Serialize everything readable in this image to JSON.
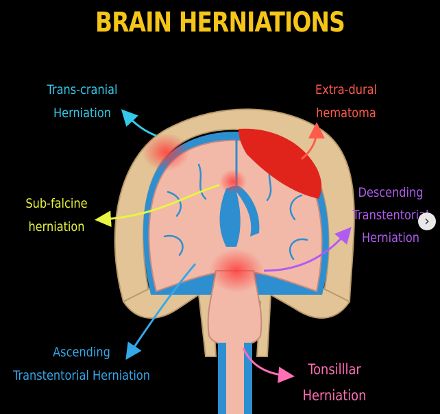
{
  "title": "BRAIN HERNIATIONS",
  "labels": {
    "trans_cranial": {
      "line1": "Trans-cranial",
      "line2": "Herniation"
    },
    "extra_dural": {
      "line1": "Extra-dural",
      "line2": "hematoma"
    },
    "sub_falcine": {
      "line1": "Sub-falcine",
      "line2": "herniation"
    },
    "descending": {
      "line1": "Descending",
      "line2": "Transtentorial",
      "line3": "Herniation"
    },
    "ascending": {
      "line1": "Ascending",
      "line2": "Transtentorial Herniation"
    },
    "tonsillar": {
      "line1": "Tonsilllar",
      "line2": "Herniation"
    }
  },
  "colors": {
    "title": "#f5c518",
    "trans_cranial": "#35c8e8",
    "extra_dural": "#ff5a4a",
    "sub_falcine": "#e8f542",
    "descending": "#b05cf0",
    "ascending": "#35a8e8",
    "tonsillar": "#ff6fb5",
    "skull": "#e2c497",
    "brain": "#f2b9a8",
    "csf": "#2d8fd0",
    "hematoma": "#e0241c"
  },
  "nav_icon": "chevron-right-icon",
  "nav_glyph": "›"
}
